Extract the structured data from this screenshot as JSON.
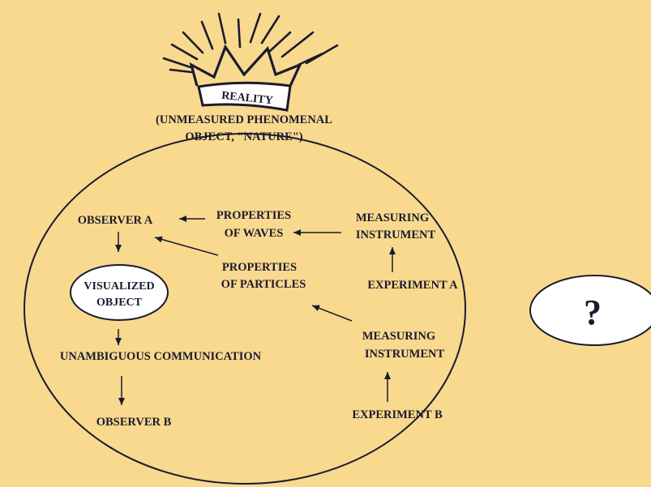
{
  "colors": {
    "background": "#f9d98e",
    "ink": "#1a1a2e",
    "bubble_fill": "#ffffff"
  },
  "reality_badge": {
    "label": "REALITY"
  },
  "reality_caption": {
    "line1": "(UNMEASURED PHENOMENAL",
    "line2": "OBJECT, \"NATURE\")"
  },
  "nodes": {
    "observer_a": "OBSERVER A",
    "properties_of_waves": {
      "line1": "PROPERTIES",
      "line2": "OF WAVES"
    },
    "measuring_instrument_a": {
      "line1": "MEASURING",
      "line2": "INSTRUMENT"
    },
    "properties_of_particles": {
      "line1": "PROPERTIES",
      "line2": "OF PARTICLES"
    },
    "experiment_a": "EXPERIMENT A",
    "visualized_object": {
      "line1": "VISUALIZED",
      "line2": "OBJECT"
    },
    "measuring_instrument_b": {
      "line1": "MEASURING",
      "line2": "INSTRUMENT"
    },
    "unambiguous_communication": "UNAMBIGUOUS COMMUNICATION",
    "observer_b": "OBSERVER B",
    "experiment_b": "EXPERIMENT B"
  },
  "question_bubble": {
    "symbol": "?"
  }
}
